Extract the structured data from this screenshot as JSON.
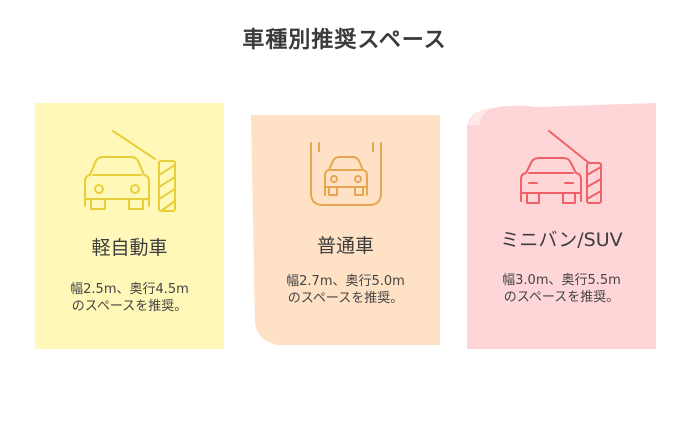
{
  "title": "車種別推奨スペース",
  "colors": {
    "kei": "#fff8b8",
    "kei_icon": "#e8cf3a",
    "futsu": "#ffe2c6",
    "futsu_icon": "#e8a54f",
    "minivan": "#ffd6d8",
    "minivan_icon": "#ee6168"
  },
  "cards": [
    {
      "title": "軽自動車",
      "desc_line1": "幅2.5m、奥行4.5m",
      "desc_line2": "のスペースを推奨。",
      "icon": "car-barrier-icon"
    },
    {
      "title": "普通車",
      "desc_line1": "幅2.7m、奥行5.0m",
      "desc_line2": "のスペースを推奨。",
      "icon": "car-bay-icon"
    },
    {
      "title": "ミニバン/SUV",
      "desc_line1": "幅3.0m、奥行5.5m",
      "desc_line2": "のスペースを推奨。",
      "icon": "car-barrier-icon"
    }
  ]
}
